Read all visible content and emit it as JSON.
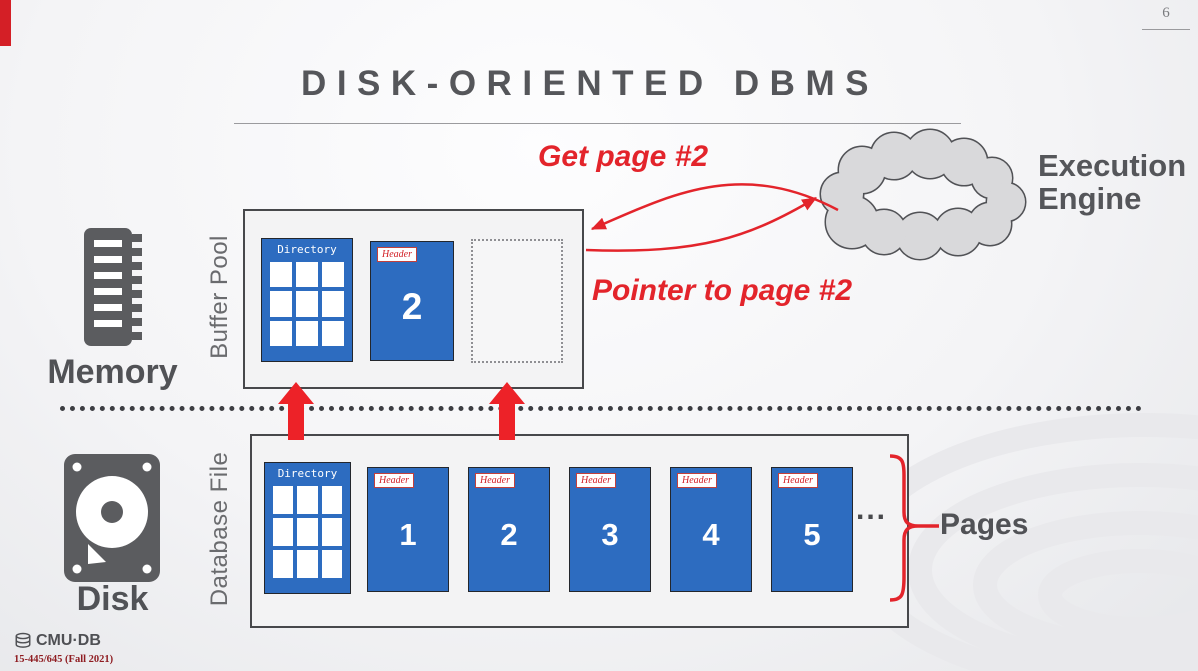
{
  "slide": {
    "page_number": "6",
    "title": "DISK-ORIENTED DBMS"
  },
  "memory": {
    "label": "Memory"
  },
  "disk": {
    "label": "Disk"
  },
  "buffer_pool": {
    "label": "Buffer Pool",
    "directory_label": "Directory",
    "page": {
      "header_label": "Header",
      "number": "2"
    }
  },
  "database_file": {
    "label": "Database File",
    "directory_label": "Directory",
    "ellipsis": "...",
    "pages": [
      {
        "header_label": "Header",
        "number": "1"
      },
      {
        "header_label": "Header",
        "number": "2"
      },
      {
        "header_label": "Header",
        "number": "3"
      },
      {
        "header_label": "Header",
        "number": "4"
      },
      {
        "header_label": "Header",
        "number": "5"
      }
    ],
    "brace_label": "Pages"
  },
  "execution_engine": {
    "label_line1": "Execution",
    "label_line2": "Engine",
    "request": "Get page #2",
    "response": "Pointer to page #2"
  },
  "footer": {
    "logo": "CMU·DB",
    "course": "15-445/645 (Fall 2021)"
  },
  "colors": {
    "accent_red": "#e3242b",
    "page_blue": "#2d6cc0",
    "text_gray": "#55565a"
  }
}
